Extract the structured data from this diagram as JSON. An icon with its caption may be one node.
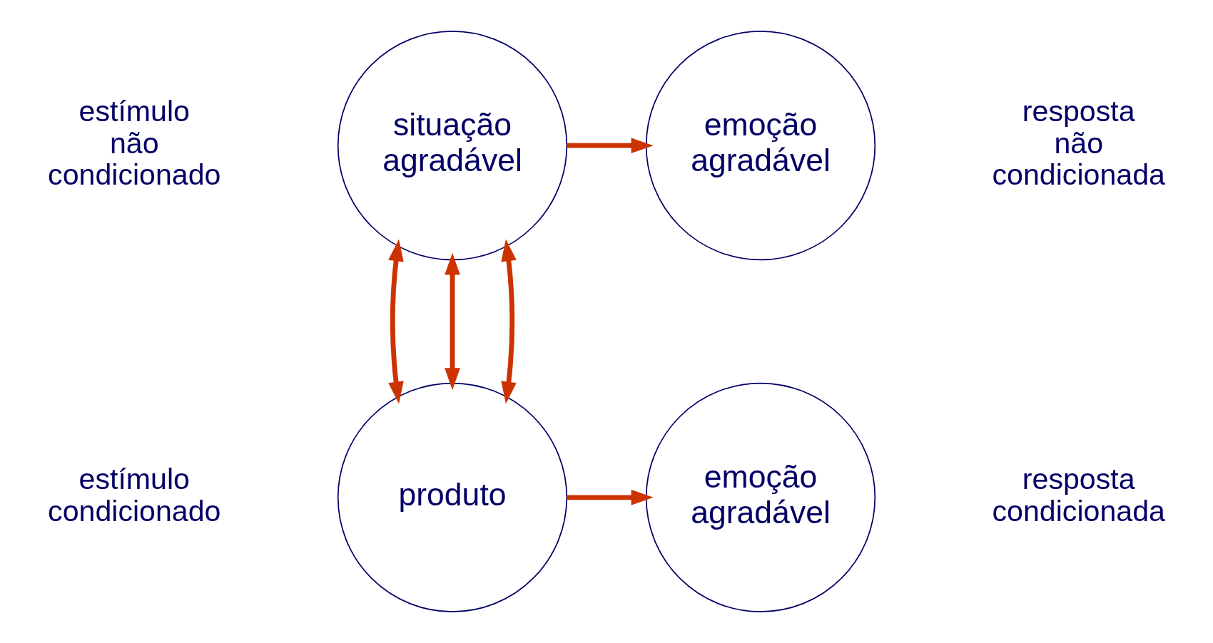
{
  "diagram": {
    "nodes": [
      {
        "text": [
          "situação agradável"
        ]
      },
      {
        "text": [
          "emoção agradável"
        ]
      },
      {
        "text": [
          "produto"
        ]
      },
      {
        "text": [
          "emoção agradável"
        ]
      }
    ],
    "edges": [
      {
        "from": 0,
        "to": 1,
        "arrow": "to"
      },
      {
        "from": 0,
        "to": 2,
        "arrow": "both"
      },
      {
        "from": 0,
        "to": 2,
        "arrow": "both"
      },
      {
        "from": 0,
        "to": 2,
        "arrow": "both"
      },
      {
        "from": 2,
        "to": 3,
        "arrow": "to"
      }
    ],
    "labels": [
      "estímulo não condicionado",
      "resposta não condicionada",
      "estímulo condicionado",
      "resposta condicionada"
    ]
  }
}
